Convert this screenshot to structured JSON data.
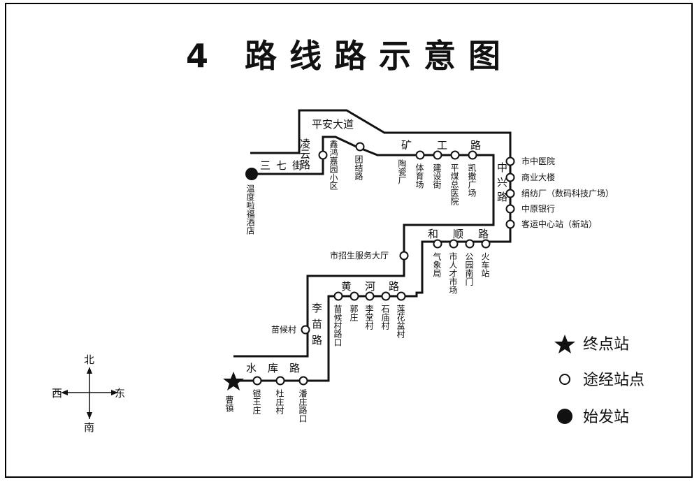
{
  "title": "4 路线路示意图",
  "roads": {
    "pingan": "平安大道",
    "lingyun": "凌云路",
    "sanqi": "三七街",
    "kuanggong": [
      "矿",
      "工",
      "路"
    ],
    "zhongxing": "中兴路",
    "heshun": [
      "和",
      "顺",
      "路"
    ],
    "huanghe": [
      "黄",
      "河",
      "路"
    ],
    "limiao": "李苗路",
    "shuiku": [
      "水",
      "库",
      "路"
    ]
  },
  "stations": {
    "start": "温度啦福酒店",
    "end": "曹镇",
    "list": [
      "凌云路",
      "鑫鸿嘉园小区",
      "团结路",
      "陶瓷厂",
      "体育场",
      "建设街",
      "平煤总医院",
      "凯撒广场",
      "市中医院",
      "商业大楼",
      "绢纺厂（数码科技广场）",
      "中原银行",
      "客运中心站（新站）",
      "火车站",
      "公园南门",
      "市人才市场",
      "气象局",
      "市招生服务大厅",
      "莲花盆村",
      "石庙村",
      "李堂村",
      "郭庄",
      "苗候村路口",
      "苗候村",
      "潘庄路口",
      "杜庄村",
      "银王庄"
    ]
  },
  "legend": {
    "end": "终点站",
    "via": "途经站点",
    "start": "始发站"
  },
  "compass": {
    "north": "北",
    "south": "南",
    "east": "东",
    "west": "西"
  }
}
